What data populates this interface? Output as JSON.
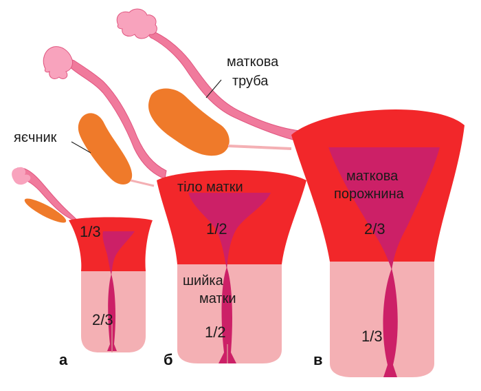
{
  "labels": {
    "uterine_tube": "маткова\nтруба",
    "ovary": "яєчник",
    "uterus_body": "тіло матки",
    "uterine_cavity": "маткова\nпорожнина",
    "cervix": "шийка\nматки"
  },
  "fractions": {
    "a_top": "1/3",
    "a_bottom": "2/3",
    "b_top": "1/2",
    "b_bottom": "1/2",
    "c_top": "2/3",
    "c_bottom": "1/3"
  },
  "letters": {
    "a": "а",
    "b": "б",
    "c": "в"
  },
  "colors": {
    "body_red": "#f2272a",
    "cervix_pink": "#f4b0b4",
    "cavity_magenta": "#cc2067",
    "tube_pink": "#f07a9c",
    "ovary_orange": "#ef7a2a"
  }
}
